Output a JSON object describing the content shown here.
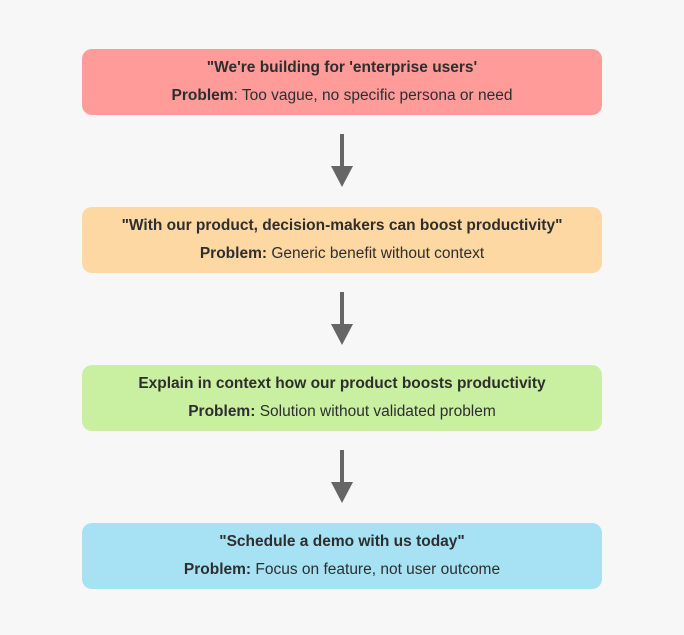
{
  "page": {
    "background": "#f7f7f8"
  },
  "flowchart": {
    "arrow_color": "#666666",
    "text_color": "#2e2e2e",
    "arrow_icon": "down-arrow",
    "steps": [
      {
        "title": "\"We're building for 'enterprise users'",
        "problem_label": "Problem",
        "problem_text": ": Too vague, no specific persona or need",
        "bg": "#ff9b99"
      },
      {
        "title": "\"With our product, decision-makers can boost productivity\"",
        "problem_label": "Problem:",
        "problem_text": " Generic benefit without context",
        "bg": "#fed8a2"
      },
      {
        "title": "Explain in context how our product boosts productivity",
        "problem_label": "Problem:",
        "problem_text": " Solution without validated problem",
        "bg": "#c9f0a0"
      },
      {
        "title": "\"Schedule a demo with us today\"",
        "problem_label": "Problem:",
        "problem_text": " Focus on feature, not user outcome",
        "bg": "#a6e1f4"
      }
    ]
  }
}
